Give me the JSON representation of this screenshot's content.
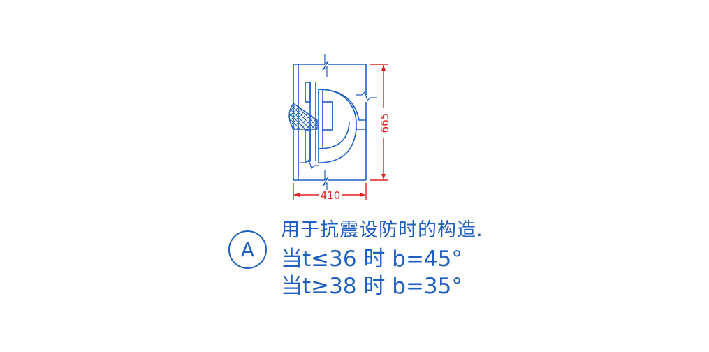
{
  "drawing": {
    "dim_width": "410",
    "dim_height": "665",
    "detail_label": "A",
    "note_line1": "用于抗震设防时的构造.",
    "note_line2": "当t≤36 时 b=45°",
    "note_line3": "当t≥38 时 b=35°",
    "colors": {
      "geometry": "#1f5fbf",
      "dimension": "#e02020",
      "background": "#ffffff"
    }
  }
}
